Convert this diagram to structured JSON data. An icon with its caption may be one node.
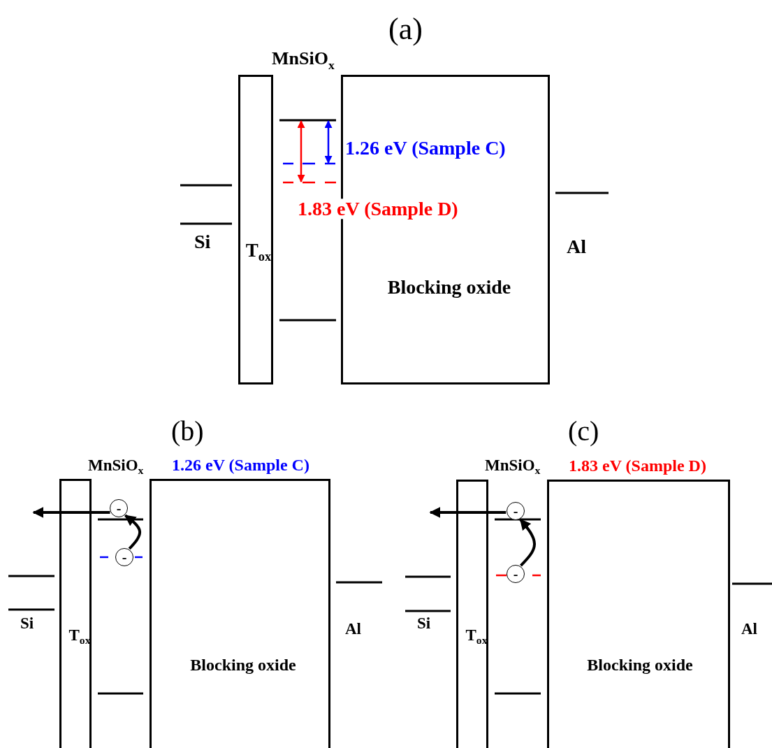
{
  "diagram": {
    "nodes": [
      {
        "text": [
          "T$_{ox}$"
        ]
      },
      {
        "text": [
          "Blocking oxide"
        ]
      },
      {
        "text": [
          "T$_{ox}$"
        ]
      },
      {
        "text": [
          "Blocking oxide"
        ]
      },
      {
        "text": [
          "-"
        ]
      },
      {
        "text": [
          "-"
        ]
      },
      {
        "text": [
          "T$_{ox}$"
        ]
      },
      {
        "text": [
          "Blocking oxide"
        ]
      },
      {
        "text": [
          "-"
        ]
      },
      {
        "text": [
          "-"
        ]
      }
    ],
    "edges": [
      {
        "from": 5,
        "to": 4,
        "arrow": "to"
      },
      {
        "from": 4,
        "to": null,
        "arrow": "to"
      },
      {
        "from": 9,
        "to": 8,
        "arrow": "to"
      },
      {
        "from": 8,
        "to": null,
        "arrow": "to"
      }
    ],
    "labels": [
      "(a)",
      "MnSiO$_{x}$",
      "1.26 eV (Sample C)",
      "1.83 eV (Sample D)",
      "Si",
      "Al",
      "(b)",
      "MnSiO$_{x}$",
      "1.26 eV (Sample C)",
      "Si",
      "Al",
      "(c)",
      "MnSiO$_{x}$",
      "1.83 eV (Sample D)",
      "Si",
      "Al"
    ]
  }
}
